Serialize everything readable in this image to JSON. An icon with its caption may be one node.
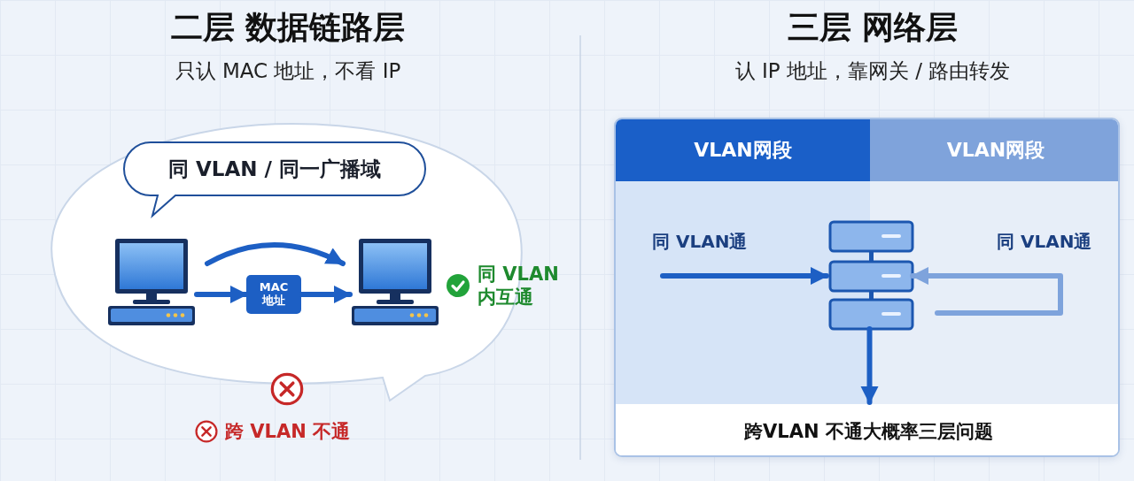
{
  "diagram": {
    "nodes": [
      {
        "text": [],
        "shape": "cloud"
      },
      {
        "text": [
          "同 VLAN / 同一广播域"
        ],
        "in": 0
      },
      {
        "text": [],
        "shape": "picture",
        "in": 0
      },
      {
        "text": [
          "MAC 地址"
        ],
        "in": 0
      },
      {
        "text": [],
        "shape": "picture",
        "in": 0
      },
      {
        "text": [],
        "shape": "box"
      },
      {
        "text": [
          "VLAN网段"
        ],
        "in": 5
      },
      {
        "text": [
          "VLAN网段"
        ],
        "in": 5
      },
      {
        "text": [],
        "shape": "picture",
        "in": 5
      },
      {
        "text": [
          "跨VLAN 不通大概率三层问题"
        ],
        "in": 5
      }
    ],
    "edges": [
      {
        "from": 2,
        "to": 4,
        "arrow": "to"
      },
      {
        "from": 2,
        "to": 3,
        "arrow": "to"
      },
      {
        "from": 3,
        "to": 4,
        "arrow": "to"
      },
      {
        "from": 6,
        "to": 8,
        "arrow": "to",
        "label": "同 VLAN通"
      },
      {
        "from": 7,
        "to": 8,
        "arrow": "to",
        "label": "同 VLAN通",
        "color": "#7ea3dc"
      },
      {
        "from": 8,
        "to": 9,
        "arrow": "to"
      }
    ],
    "labels": [
      "二层 数据链路层",
      "只认 MAC 地址，不看 IP",
      "同 VLAN 内互通",
      "跨 VLAN 不通",
      "三层 网络层",
      "认 IP 地址，靠网关 / 路由转发"
    ]
  }
}
